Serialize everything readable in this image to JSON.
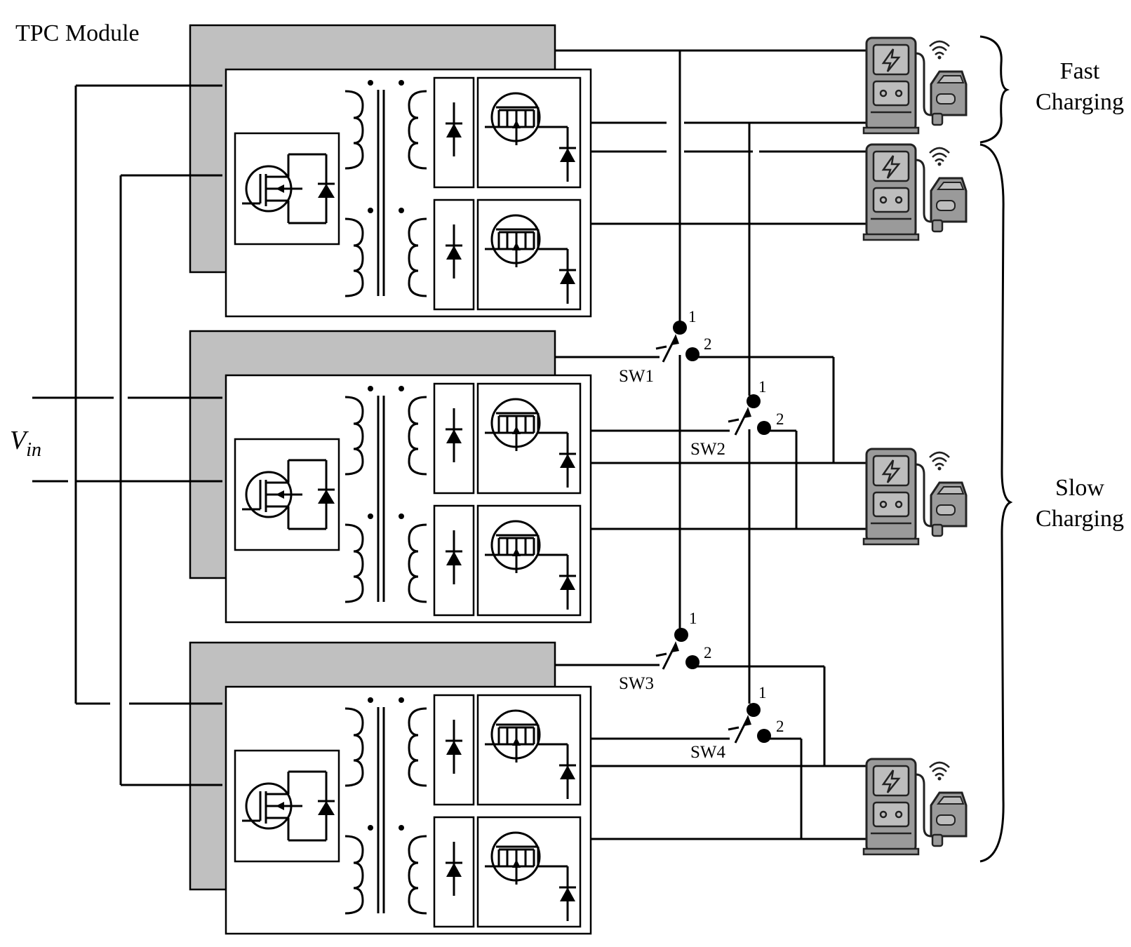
{
  "title": "TPC Module",
  "input_label": {
    "main": "V",
    "sub": "in"
  },
  "switches": [
    {
      "id": "sw1",
      "label": "SW1",
      "pos1": "1",
      "pos2": "2"
    },
    {
      "id": "sw2",
      "label": "SW2",
      "pos1": "1",
      "pos2": "2"
    },
    {
      "id": "sw3",
      "label": "SW3",
      "pos1": "1",
      "pos2": "2"
    },
    {
      "id": "sw4",
      "label": "SW4",
      "pos1": "1",
      "pos2": "2"
    }
  ],
  "groups": {
    "fast": {
      "line1": "Fast",
      "line2": "Charging"
    },
    "slow": {
      "line1": "Slow",
      "line2": "Charging"
    }
  },
  "colors": {
    "module_shadow": "#c0c0c0",
    "charger_body": "#9a9a9a",
    "charger_screen": "#bdbdbd",
    "line": "#000000"
  },
  "icons": [
    "charging-station-icon",
    "ev-car-icon",
    "wireless-signal-icon"
  ]
}
